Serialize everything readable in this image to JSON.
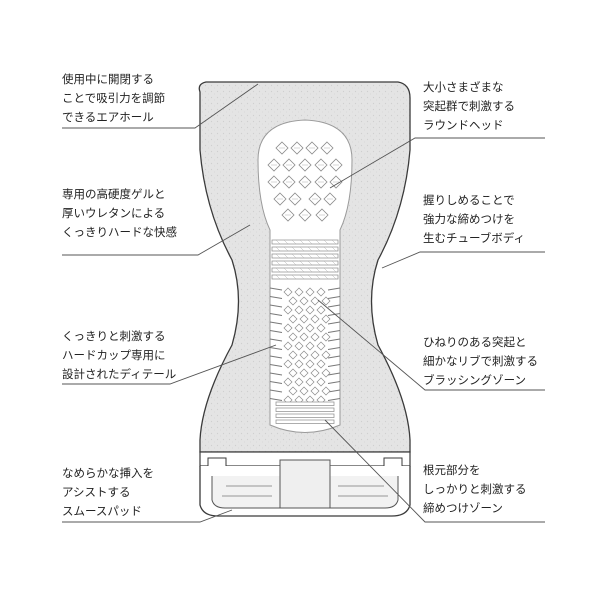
{
  "colors": {
    "body_fill": "#e6e6e6",
    "outline": "#3a3a3a",
    "leader": "#555555",
    "channel": "#ffffff",
    "texture": "#f4f4f4"
  },
  "callouts": {
    "air_hole": {
      "lines": [
        "使用中に開閉する",
        "ことで吸引力を調節",
        "できるエアホール"
      ]
    },
    "gel_urethane": {
      "lines": [
        "専用の高硬度ゲルと",
        "厚いウレタンによる",
        "くっきりハードな快感"
      ]
    },
    "hard_cup_detail": {
      "lines": [
        "くっきりと刺激する",
        "ハードカップ専用に",
        "設計されたディテール"
      ]
    },
    "smooth_pad": {
      "lines": [
        "なめらかな挿入を",
        "アシストする",
        "スムースパッド"
      ]
    },
    "round_head": {
      "lines": [
        "大小さまざまな",
        "突起群で刺激する",
        "ラウンドヘッド"
      ]
    },
    "tube_body": {
      "lines": [
        "握りしめることで",
        "強力な締めつけを",
        "生むチューブボディ"
      ]
    },
    "brushing_zone": {
      "lines": [
        "ひねりのある突起と",
        "細かなリブで刺激する",
        "ブラッシングゾーン"
      ]
    },
    "base_zone": {
      "lines": [
        "根元部分を",
        "しっかりと刺激する",
        "締めつけゾーン"
      ]
    }
  }
}
